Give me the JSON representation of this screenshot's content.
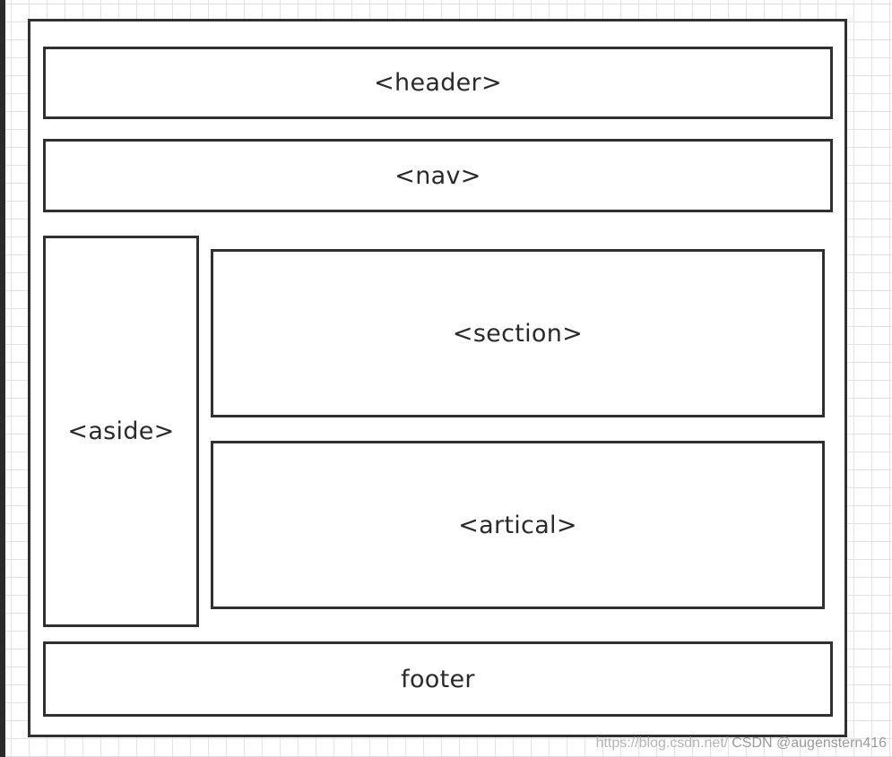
{
  "diagram": {
    "boxes": {
      "header": "<header>",
      "nav": "<nav>",
      "aside": "<aside>",
      "section": "<section>",
      "artical": "<artical>",
      "footer": "footer"
    }
  },
  "watermark": {
    "url": "https://blog.csdn.net/",
    "brand": "CSDN @augenstern416"
  }
}
